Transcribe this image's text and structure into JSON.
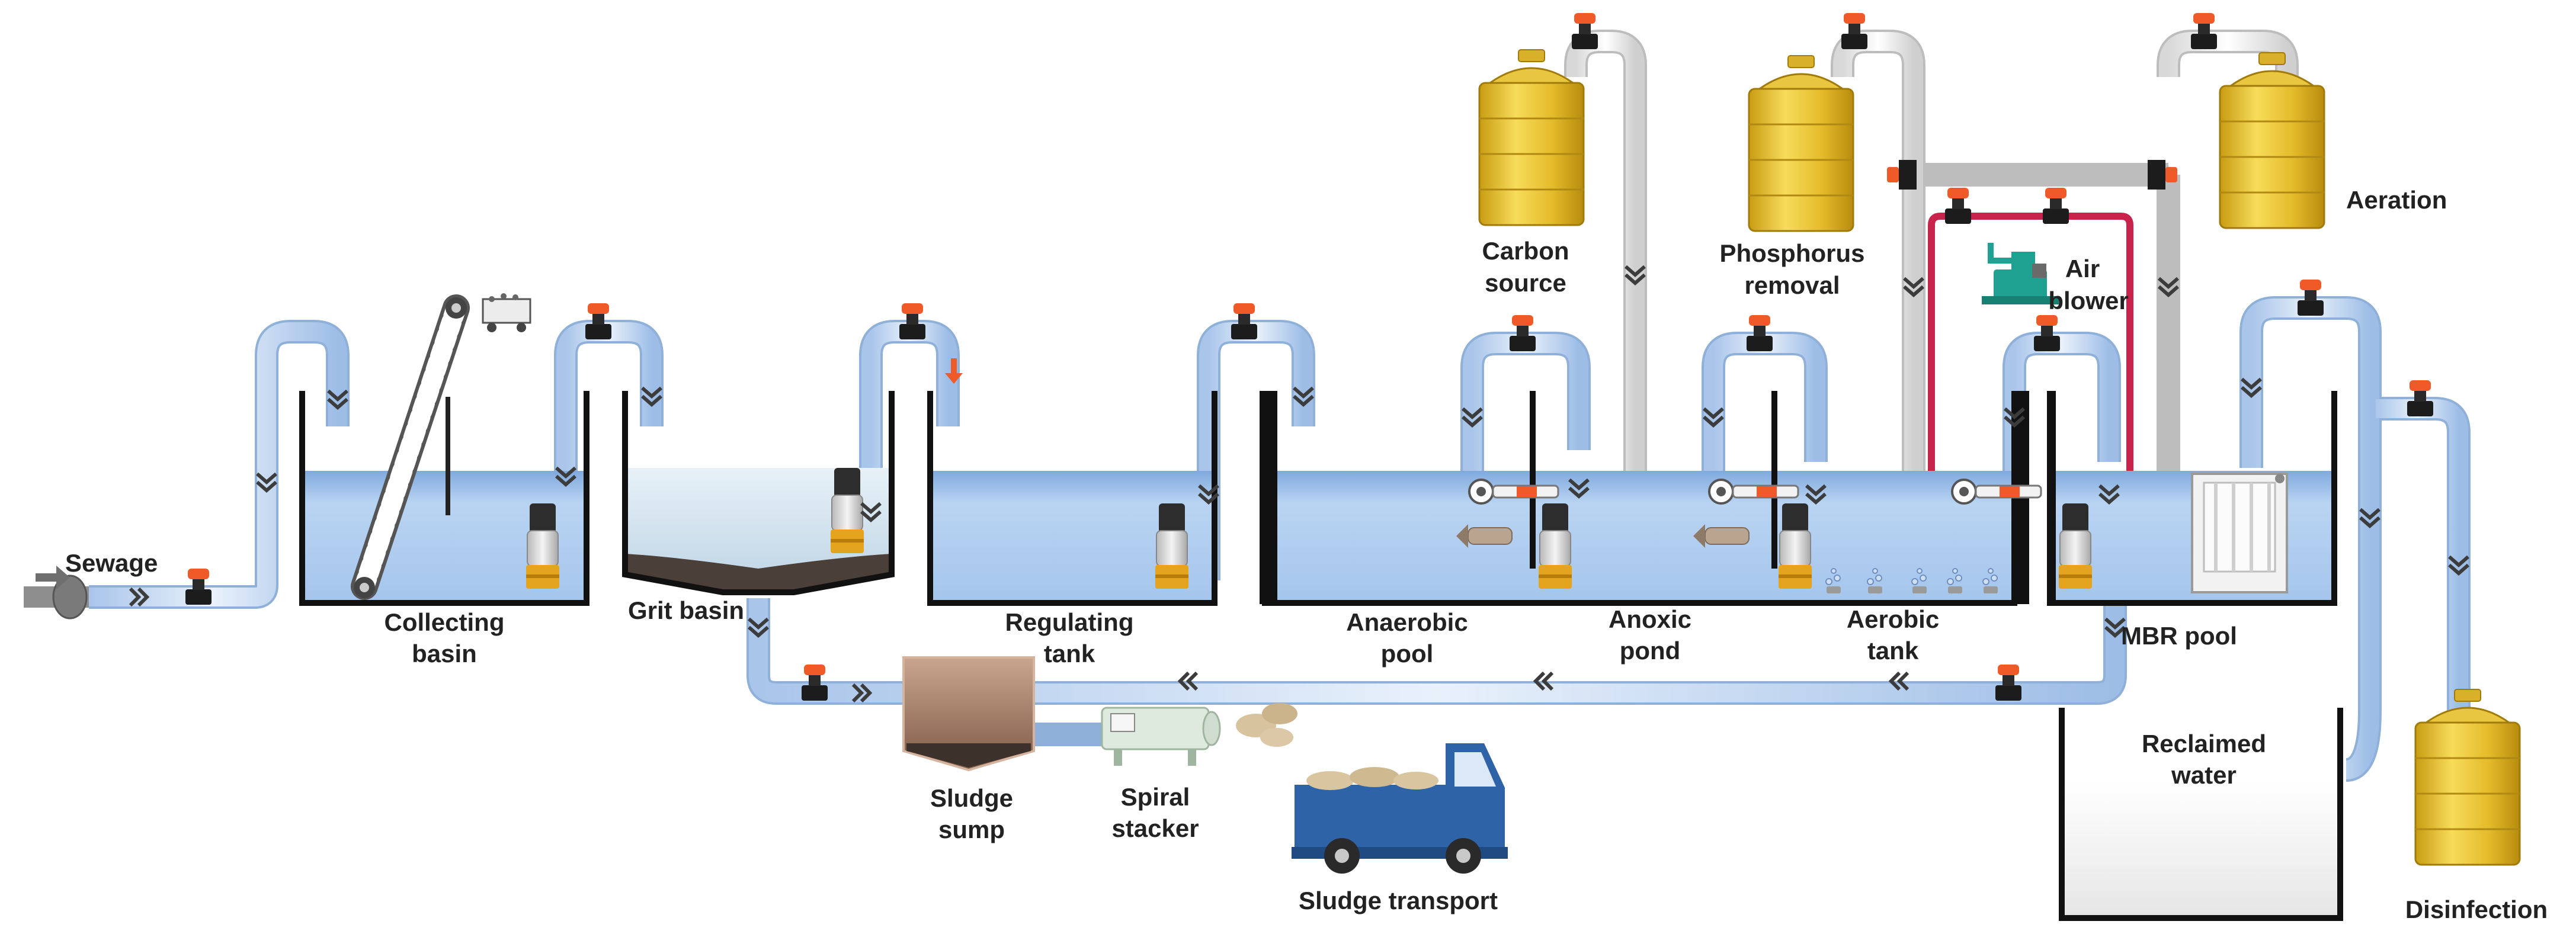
{
  "labels": {
    "sewage": "Sewage",
    "collecting_1": "Collecting",
    "collecting_2": "basin",
    "grit_basin": "Grit basin",
    "regulating_1": "Regulating",
    "regulating_2": "tank",
    "anaerobic_1": "Anaerobic",
    "anaerobic_2": "pool",
    "anoxic_1": "Anoxic",
    "anoxic_2": "pond",
    "aerobic_1": "Aerobic",
    "aerobic_2": "tank",
    "mbr_pool": "MBR pool",
    "carbon_1": "Carbon",
    "carbon_2": "source",
    "phosphorus_1": "Phosphorus",
    "phosphorus_2": "removal",
    "air_1": "Air",
    "air_2": "blower",
    "aeration": "Aeration",
    "sludge_sump_1": "Sludge",
    "sludge_sump_2": "sump",
    "spiral_1": "Spiral",
    "spiral_2": "stacker",
    "sludge_transport": "Sludge transport",
    "reclaimed_1": "Reclaimed",
    "reclaimed_2": "water",
    "disinfection": "Disinfection"
  },
  "colors": {
    "water": "#a9c8ee",
    "water_dark": "#7ea8dc",
    "pipe": "#c9dcf3",
    "pipe_edge": "#8fb0d8",
    "valve": "#f05a28",
    "tank_yellow": "#e8c33a",
    "air_line": "#c8234a",
    "sludge": "#4a3f39",
    "truck": "#2f63a8"
  }
}
